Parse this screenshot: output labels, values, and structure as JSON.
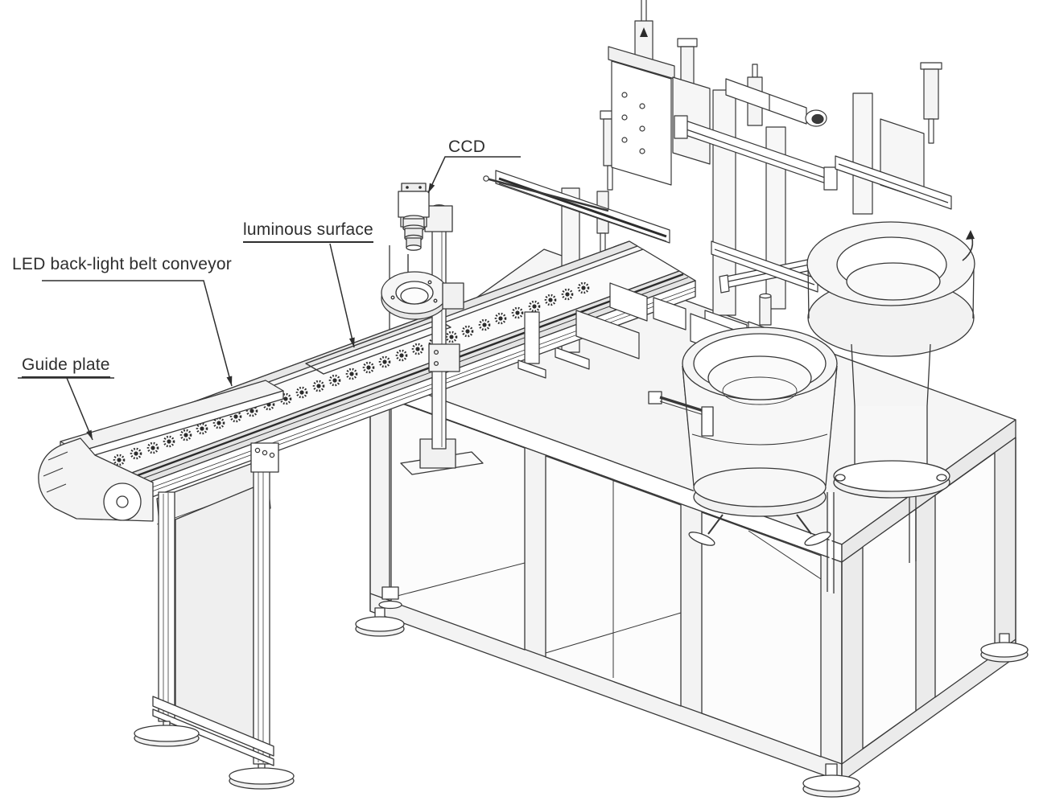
{
  "figure": {
    "kind": "isometric engineering line drawing",
    "subject": "automated vision-inspection and assembly machine",
    "background": "#ffffff"
  },
  "palette": {
    "line": "#383838",
    "line_dark": "#2b2b2b",
    "face_light": "#f4f4f4",
    "face_mid": "#e9e9e9",
    "text": "#2e2e2e"
  },
  "labels": {
    "ccd": {
      "text": "CCD",
      "underlined": false
    },
    "luminous_surface": {
      "text": "luminous surface",
      "underlined": true
    },
    "led_conveyor": {
      "text": "LED back-light belt conveyor",
      "underlined": false
    },
    "guide_plate": {
      "text": "Guide plate",
      "underlined": true
    }
  },
  "components": [
    "CCD camera on vertical column",
    "ring light above belt",
    "LED back-light belt conveyor with row of parts",
    "luminous surface window on conveyor deck",
    "guide plate at conveyor end",
    "conveyor support stand with leveling feet",
    "assembly mechanism cluster with pneumatic cylinders, plates and linear slides",
    "raised vibratory bowl feeder on pedestal",
    "lower vibratory bowl feeder",
    "feed chute",
    "machine base frame with open panels and leveling feet",
    "bowl rotation direction arrow"
  ]
}
